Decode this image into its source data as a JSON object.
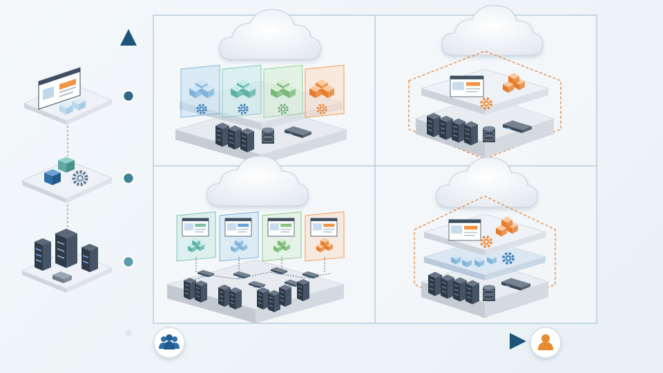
{
  "colors": {
    "background": "#eef4f8",
    "axis_start": "#cfe3e8",
    "axis_end": "#1d5579",
    "panel_border": "#a9c4d4",
    "cloud": "#f6f8fb",
    "platform_top": "#eceff3",
    "platform_side": "#c7ccd4",
    "server_dark": "#3b4656",
    "cube_blue": "#8ec3e6",
    "cube_teal": "#88c9c2",
    "cube_green": "#9ccf9a",
    "cube_orange": "#f39a4e",
    "gear_blue": "#3b7fb6",
    "gear_green": "#6fae7c",
    "gear_orange": "#e98a3c",
    "dashed_boundary": "#e9883e",
    "person_icon": "#e88a2e",
    "group_icon": "#2f6fa8"
  },
  "left_stack": {
    "levels": [
      {
        "icon": "application-window-icon"
      },
      {
        "icon": "container-and-gear-icon"
      },
      {
        "icon": "server-rack-icon"
      }
    ]
  },
  "vertical_axis": {
    "marker_count": 3,
    "arrow": "up"
  },
  "horizontal_axis": {
    "start_icon": "user-group-icon",
    "end_icon": "single-user-icon",
    "arrow": "right"
  },
  "quadrants": [
    {
      "id": "top-left",
      "content": [
        "cloud",
        "multi-tenant-cubes",
        "gears",
        "shared-servers"
      ],
      "tenant_colors": [
        "blue",
        "teal",
        "green",
        "orange"
      ]
    },
    {
      "id": "top-right",
      "content": [
        "cloud",
        "app-window",
        "orange-cubes",
        "gear",
        "dedicated-servers"
      ],
      "boundary": "dashed"
    },
    {
      "id": "bottom-left",
      "content": [
        "cloud",
        "per-tenant-apps",
        "network-grid",
        "shared-servers"
      ],
      "tenant_colors": [
        "teal",
        "blue",
        "green",
        "orange"
      ]
    },
    {
      "id": "bottom-right",
      "content": [
        "cloud",
        "app-window",
        "orange-cubes",
        "blue-cubes",
        "dedicated-servers"
      ],
      "boundary": "dashed"
    }
  ]
}
